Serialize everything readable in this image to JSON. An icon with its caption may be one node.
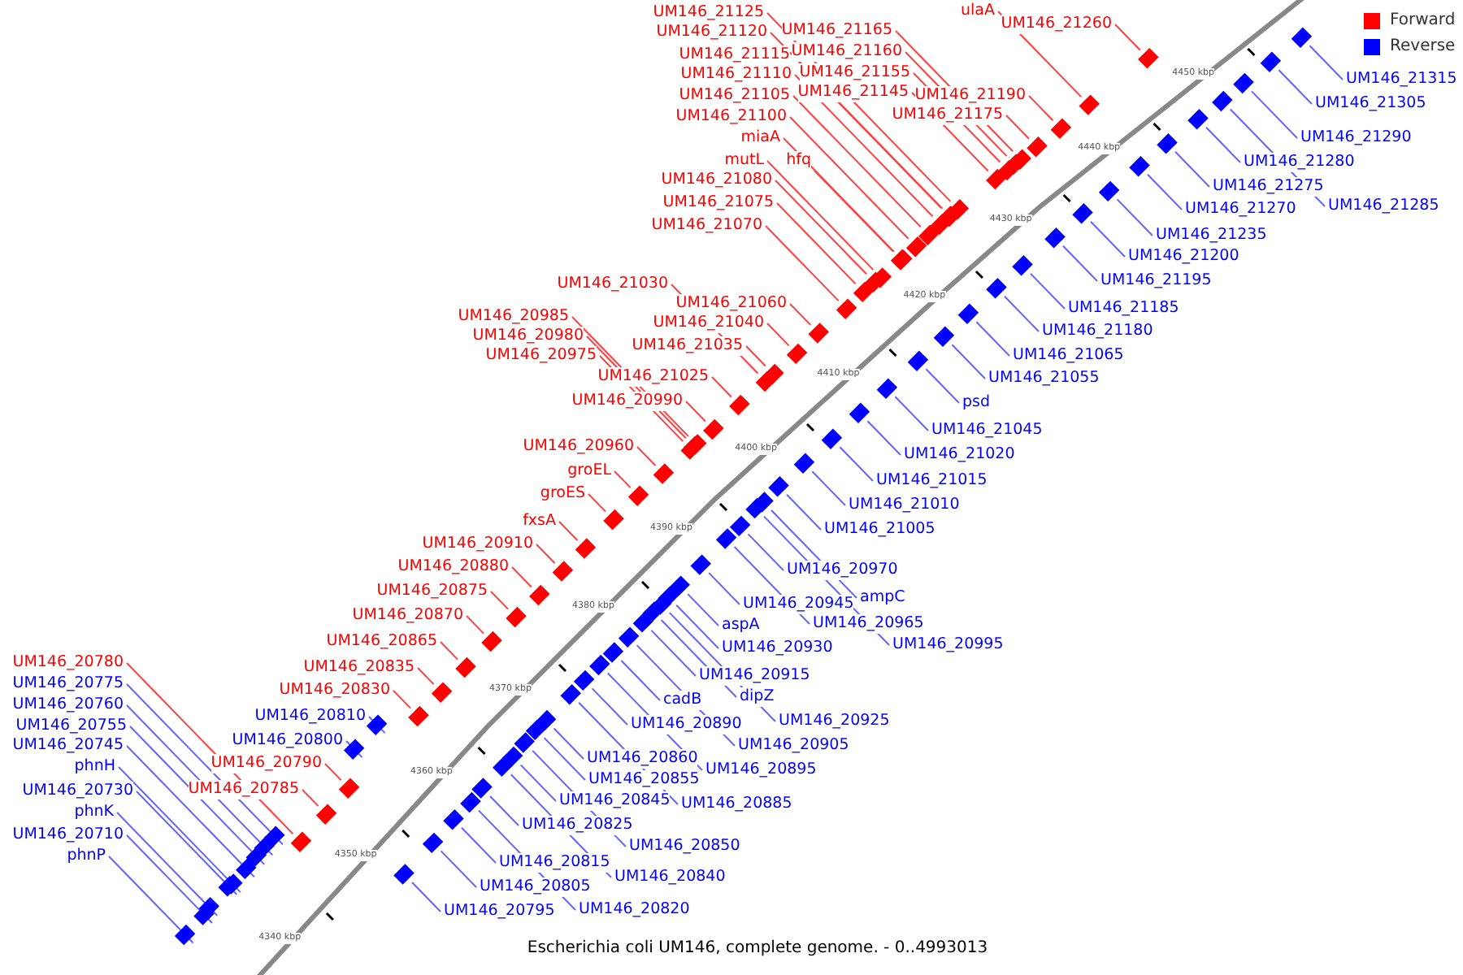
{
  "diagram": {
    "caption": "Escherichia coli UM146, complete genome. - 0..4993013",
    "nodes": [
      {
        "text": [
          "UM146_21125"
        ]
      },
      {
        "text": [
          "UM146_21120"
        ]
      },
      {
        "text": [
          "UM146_21115"
        ]
      },
      {
        "text": [
          "UM146_21110"
        ]
      },
      {
        "text": [
          "UM146_21105"
        ]
      },
      {
        "text": [
          "UM146_21100"
        ]
      },
      {
        "text": [
          "miaA"
        ]
      },
      {
        "text": [
          "mutL"
        ]
      },
      {
        "text": [
          "hfq"
        ]
      },
      {
        "text": [
          "UM146_21080"
        ]
      },
      {
        "text": [
          "UM146_21075"
        ]
      },
      {
        "text": [
          "UM146_21070"
        ]
      },
      {
        "text": [
          "UM146_21165"
        ]
      },
      {
        "text": [
          "UM146_21160"
        ]
      },
      {
        "text": [
          "UM146_21155"
        ]
      },
      {
        "text": [
          "UM146_21145"
        ]
      },
      {
        "text": [
          "UM146_21190"
        ]
      },
      {
        "text": [
          "UM146_21175"
        ]
      },
      {
        "text": [
          "ulaA"
        ]
      },
      {
        "text": [
          "UM146_21260"
        ]
      },
      {
        "text": [
          "UM146_21030"
        ]
      },
      {
        "text": [
          "UM146_21060"
        ]
      },
      {
        "text": [
          "UM146_21040"
        ]
      },
      {
        "text": [
          "UM146_21035"
        ]
      },
      {
        "text": [
          "UM146_21025"
        ]
      },
      {
        "text": [
          "UM146_20985"
        ]
      },
      {
        "text": [
          "UM146_20980"
        ]
      },
      {
        "text": [
          "UM146_20975"
        ]
      },
      {
        "text": [
          "UM146_20990"
        ]
      },
      {
        "text": [
          "UM146_20960"
        ]
      },
      {
        "text": [
          "groEL"
        ]
      },
      {
        "text": [
          "groES"
        ]
      },
      {
        "text": [
          "fxsA"
        ]
      },
      {
        "text": [
          "UM146_20910"
        ]
      },
      {
        "text": [
          "UM146_20880"
        ]
      },
      {
        "text": [
          "UM146_20875"
        ]
      },
      {
        "text": [
          "UM146_20870"
        ]
      },
      {
        "text": [
          "UM146_20865"
        ]
      },
      {
        "text": [
          "UM146_20835"
        ]
      },
      {
        "text": [
          "UM146_20830"
        ]
      },
      {
        "text": [
          "UM146_20780"
        ]
      },
      {
        "text": [
          "UM146_20790"
        ]
      },
      {
        "text": [
          "UM146_20785"
        ]
      },
      {
        "text": [
          "UM146_20775"
        ]
      },
      {
        "text": [
          "UM146_20760"
        ]
      },
      {
        "text": [
          "UM146_20755"
        ]
      },
      {
        "text": [
          "UM146_20745"
        ]
      },
      {
        "text": [
          "phnH"
        ]
      },
      {
        "text": [
          "UM146_20730"
        ]
      },
      {
        "text": [
          "phnK"
        ]
      },
      {
        "text": [
          "UM146_20710"
        ]
      },
      {
        "text": [
          "phnP"
        ]
      },
      {
        "text": [
          "UM146_20810"
        ]
      },
      {
        "text": [
          "UM146_20800"
        ]
      },
      {
        "text": [
          "UM146_20795"
        ]
      },
      {
        "text": [
          "UM146_20805"
        ]
      },
      {
        "text": [
          "UM146_20820"
        ]
      },
      {
        "text": [
          "UM146_20815"
        ]
      },
      {
        "text": [
          "UM146_20840"
        ]
      },
      {
        "text": [
          "UM146_20825"
        ]
      },
      {
        "text": [
          "UM146_20850"
        ]
      },
      {
        "text": [
          "UM146_20845"
        ]
      },
      {
        "text": [
          "UM146_20885"
        ]
      },
      {
        "text": [
          "UM146_20855"
        ]
      },
      {
        "text": [
          "UM146_20895"
        ]
      },
      {
        "text": [
          "UM146_20860"
        ]
      },
      {
        "text": [
          "UM146_20890"
        ]
      },
      {
        "text": [
          "UM146_20905"
        ]
      },
      {
        "text": [
          "cadB"
        ]
      },
      {
        "text": [
          "UM146_20925"
        ]
      },
      {
        "text": [
          "dipZ"
        ]
      },
      {
        "text": [
          "UM146_20915"
        ]
      },
      {
        "text": [
          "UM146_20930"
        ]
      },
      {
        "text": [
          "aspA"
        ]
      },
      {
        "text": [
          "UM146_20945"
        ]
      },
      {
        "text": [
          "UM146_20965"
        ]
      },
      {
        "text": [
          "UM146_20995"
        ]
      },
      {
        "text": [
          "UM146_20970"
        ]
      },
      {
        "text": [
          "ampC"
        ]
      },
      {
        "text": [
          "UM146_21005"
        ]
      },
      {
        "text": [
          "UM146_21010"
        ]
      },
      {
        "text": [
          "UM146_21015"
        ]
      },
      {
        "text": [
          "UM146_21020"
        ]
      },
      {
        "text": [
          "UM146_21045"
        ]
      },
      {
        "text": [
          "psd"
        ]
      },
      {
        "text": [
          "UM146_21055"
        ]
      },
      {
        "text": [
          "UM146_21065"
        ]
      },
      {
        "text": [
          "UM146_21180"
        ]
      },
      {
        "text": [
          "UM146_21185"
        ]
      },
      {
        "text": [
          "UM146_21195"
        ]
      },
      {
        "text": [
          "UM146_21200"
        ]
      },
      {
        "text": [
          "UM146_21235"
        ]
      },
      {
        "text": [
          "UM146_21270"
        ]
      },
      {
        "text": [
          "UM146_21275"
        ]
      },
      {
        "text": [
          "UM146_21285"
        ]
      },
      {
        "text": [
          "UM146_21280"
        ]
      },
      {
        "text": [
          "UM146_21290"
        ]
      },
      {
        "text": [
          "UM146_21305"
        ]
      },
      {
        "text": [
          "UM146_21315"
        ]
      }
    ],
    "edges": [
      {
        "from": 0,
        "to": null,
        "arrow": "none",
        "color": "#ff4040"
      },
      {
        "from": 1,
        "to": null,
        "arrow": "none",
        "color": "#ff4040"
      },
      {
        "from": 2,
        "to": null,
        "arrow": "none",
        "color": "#ff4040"
      },
      {
        "from": 3,
        "to": null,
        "arrow": "none",
        "color": "#ff4040"
      },
      {
        "from": 4,
        "to": null,
        "arrow": "none",
        "color": "#ff4040"
      },
      {
        "from": 5,
        "to": null,
        "arrow": "none",
        "color": "#ff4040"
      },
      {
        "from": 6,
        "to": null,
        "arrow": "none",
        "color": "#ff4040"
      },
      {
        "from": 7,
        "to": null,
        "arrow": "none",
        "color": "#ff4040"
      },
      {
        "from": 8,
        "to": null,
        "arrow": "none",
        "color": "#ff4040"
      },
      {
        "from": 9,
        "to": null,
        "arrow": "none",
        "color": "#ff4040"
      },
      {
        "from": 10,
        "to": null,
        "arrow": "none",
        "color": "#ff4040"
      },
      {
        "from": 11,
        "to": null,
        "arrow": "none",
        "color": "#ff4040"
      },
      {
        "from": 12,
        "to": null,
        "arrow": "none",
        "color": "#ff4040"
      },
      {
        "from": 13,
        "to": null,
        "arrow": "none",
        "color": "#ff4040"
      },
      {
        "from": 14,
        "to": null,
        "arrow": "none",
        "color": "#ff4040"
      },
      {
        "from": 15,
        "to": null,
        "arrow": "none",
        "color": "#ff4040"
      },
      {
        "from": 16,
        "to": null,
        "arrow": "none",
        "color": "#ff4040"
      },
      {
        "from": 17,
        "to": null,
        "arrow": "none",
        "color": "#ff4040"
      },
      {
        "from": 18,
        "to": null,
        "arrow": "none",
        "color": "#ff4040"
      },
      {
        "from": 19,
        "to": null,
        "arrow": "none",
        "color": "#ff4040"
      },
      {
        "from": 20,
        "to": null,
        "arrow": "none",
        "color": "#ff4040"
      },
      {
        "from": 21,
        "to": null,
        "arrow": "none",
        "color": "#ff4040"
      },
      {
        "from": 22,
        "to": null,
        "arrow": "none",
        "color": "#ff4040"
      },
      {
        "from": 23,
        "to": null,
        "arrow": "none",
        "color": "#ff4040"
      },
      {
        "from": 24,
        "to": null,
        "arrow": "none",
        "color": "#ff4040"
      },
      {
        "from": 25,
        "to": null,
        "arrow": "none",
        "color": "#ff4040"
      },
      {
        "from": 26,
        "to": null,
        "arrow": "none",
        "color": "#ff4040"
      },
      {
        "from": 27,
        "to": null,
        "arrow": "none",
        "color": "#ff4040"
      },
      {
        "from": 28,
        "to": null,
        "arrow": "none",
        "color": "#ff4040"
      },
      {
        "from": 29,
        "to": null,
        "arrow": "none",
        "color": "#ff4040"
      },
      {
        "from": 30,
        "to": null,
        "arrow": "none",
        "color": "#ff4040"
      },
      {
        "from": 31,
        "to": null,
        "arrow": "none",
        "color": "#ff4040"
      },
      {
        "from": 32,
        "to": null,
        "arrow": "none",
        "color": "#ff4040"
      },
      {
        "from": 33,
        "to": null,
        "arrow": "none",
        "color": "#ff4040"
      },
      {
        "from": 34,
        "to": null,
        "arrow": "none",
        "color": "#ff4040"
      },
      {
        "from": 35,
        "to": null,
        "arrow": "none",
        "color": "#ff4040"
      },
      {
        "from": 36,
        "to": null,
        "arrow": "none",
        "color": "#ff4040"
      },
      {
        "from": 37,
        "to": null,
        "arrow": "none",
        "color": "#ff4040"
      },
      {
        "from": 38,
        "to": null,
        "arrow": "none",
        "color": "#ff4040"
      },
      {
        "from": 39,
        "to": null,
        "arrow": "none",
        "color": "#ff4040"
      },
      {
        "from": 40,
        "to": null,
        "arrow": "none",
        "color": "#ff4040"
      },
      {
        "from": 41,
        "to": null,
        "arrow": "none",
        "color": "#ff4040"
      },
      {
        "from": 42,
        "to": null,
        "arrow": "none",
        "color": "#ff4040"
      },
      {
        "from": 43,
        "to": null,
        "arrow": "none"
      },
      {
        "from": 44,
        "to": null,
        "arrow": "none"
      },
      {
        "from": 45,
        "to": null,
        "arrow": "none"
      },
      {
        "from": 46,
        "to": null,
        "arrow": "none"
      },
      {
        "from": 47,
        "to": null,
        "arrow": "none"
      },
      {
        "from": 48,
        "to": null,
        "arrow": "none"
      },
      {
        "from": 49,
        "to": null,
        "arrow": "none"
      },
      {
        "from": 50,
        "to": null,
        "arrow": "none"
      },
      {
        "from": 51,
        "to": null,
        "arrow": "none"
      },
      {
        "from": 52,
        "to": null,
        "arrow": "none"
      },
      {
        "from": 53,
        "to": null,
        "arrow": "none"
      },
      {
        "from": 54,
        "to": null,
        "arrow": "none"
      },
      {
        "from": 55,
        "to": null,
        "arrow": "none"
      },
      {
        "from": 56,
        "to": null,
        "arrow": "none"
      },
      {
        "from": 57,
        "to": null,
        "arrow": "none"
      },
      {
        "from": 58,
        "to": null,
        "arrow": "none"
      },
      {
        "from": 59,
        "to": null,
        "arrow": "none"
      },
      {
        "from": 60,
        "to": null,
        "arrow": "none"
      },
      {
        "from": 61,
        "to": null,
        "arrow": "none"
      },
      {
        "from": 62,
        "to": null,
        "arrow": "none"
      },
      {
        "from": 63,
        "to": null,
        "arrow": "none"
      },
      {
        "from": 64,
        "to": null,
        "arrow": "none"
      },
      {
        "from": 65,
        "to": null,
        "arrow": "none"
      },
      {
        "from": 66,
        "to": null,
        "arrow": "none"
      },
      {
        "from": 67,
        "to": null,
        "arrow": "none"
      },
      {
        "from": 68,
        "to": null,
        "arrow": "none"
      },
      {
        "from": 69,
        "to": null,
        "arrow": "none"
      },
      {
        "from": 70,
        "to": null,
        "arrow": "none"
      },
      {
        "from": 71,
        "to": null,
        "arrow": "none"
      },
      {
        "from": 72,
        "to": null,
        "arrow": "none"
      },
      {
        "from": 73,
        "to": null,
        "arrow": "none"
      },
      {
        "from": 74,
        "to": null,
        "arrow": "none"
      },
      {
        "from": 75,
        "to": null,
        "arrow": "none"
      },
      {
        "from": 76,
        "to": null,
        "arrow": "none"
      },
      {
        "from": 77,
        "to": null,
        "arrow": "none"
      },
      {
        "from": 78,
        "to": null,
        "arrow": "none"
      },
      {
        "from": 79,
        "to": null,
        "arrow": "none"
      },
      {
        "from": 80,
        "to": null,
        "arrow": "none"
      },
      {
        "from": 81,
        "to": null,
        "arrow": "none"
      },
      {
        "from": 82,
        "to": null,
        "arrow": "none"
      },
      {
        "from": 83,
        "to": null,
        "arrow": "none"
      },
      {
        "from": 84,
        "to": null,
        "arrow": "none"
      },
      {
        "from": 85,
        "to": null,
        "arrow": "none"
      },
      {
        "from": 86,
        "to": null,
        "arrow": "none"
      },
      {
        "from": 87,
        "to": null,
        "arrow": "none"
      },
      {
        "from": 88,
        "to": null,
        "arrow": "none"
      },
      {
        "from": 89,
        "to": null,
        "arrow": "none"
      },
      {
        "from": 90,
        "to": null,
        "arrow": "none"
      },
      {
        "from": 91,
        "to": null,
        "arrow": "none"
      },
      {
        "from": 92,
        "to": null,
        "arrow": "none"
      },
      {
        "from": 93,
        "to": null,
        "arrow": "none"
      },
      {
        "from": 94,
        "to": null,
        "arrow": "none"
      },
      {
        "from": 95,
        "to": null,
        "arrow": "none"
      },
      {
        "from": 96,
        "to": null,
        "arrow": "none"
      },
      {
        "from": 97,
        "to": null,
        "arrow": "none"
      },
      {
        "from": 98,
        "to": null,
        "arrow": "none"
      }
    ],
    "labels": [
      "4450 kbp",
      "4440 kbp",
      "4430 kbp",
      "4420 kbp",
      "4410 kbp",
      "4400 kbp",
      "4390 kbp",
      "4380 kbp",
      "4370 kbp",
      "4360 kbp",
      "4350 kbp",
      "4340 kbp"
    ],
    "legend": [
      {
        "text": "Forward",
        "color": "#ff0000"
      },
      {
        "text": "Reverse",
        "color": "#0000ff"
      }
    ]
  }
}
